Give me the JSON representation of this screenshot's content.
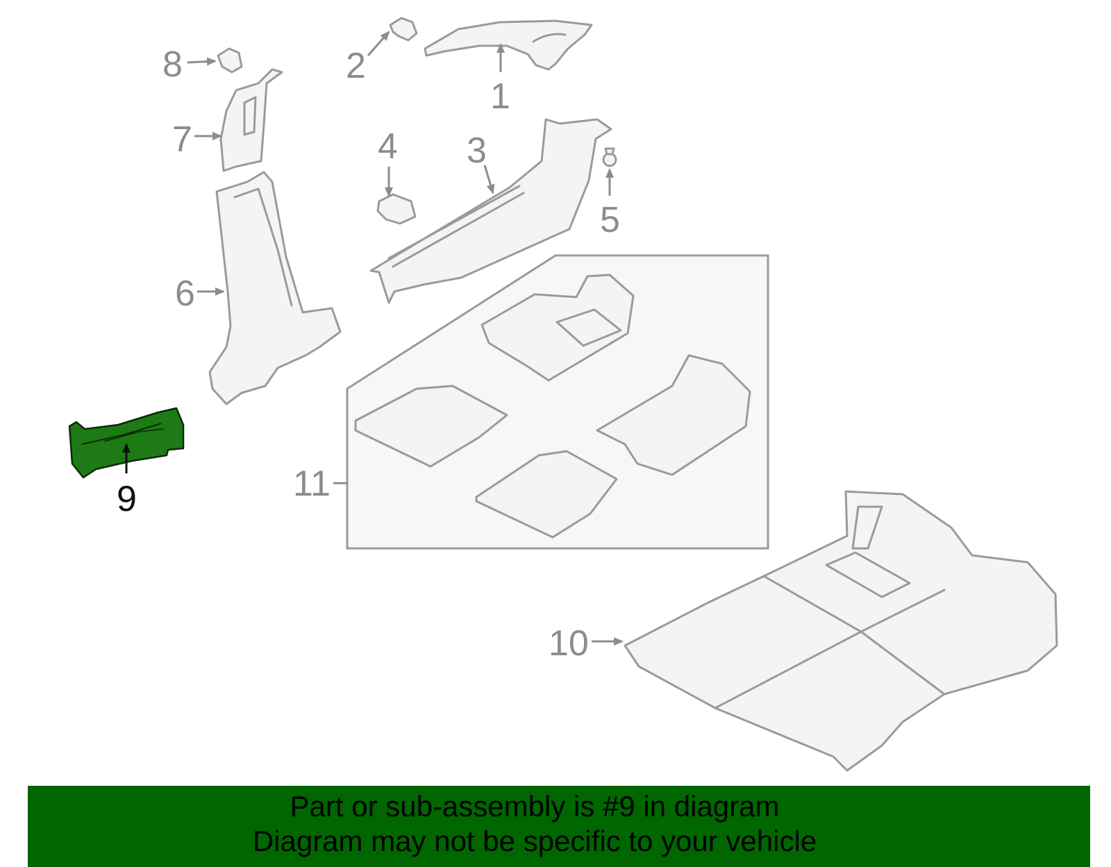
{
  "diagram": {
    "highlight_color": "#1e7a14",
    "highlighted_part": "9",
    "callouts": [
      "1",
      "2",
      "3",
      "4",
      "5",
      "6",
      "7",
      "8",
      "9",
      "10",
      "11"
    ]
  },
  "banner": {
    "background": "#006600",
    "line1": "Part or sub-assembly is #9 in diagram",
    "line2": "Diagram may not be specific to your vehicle"
  }
}
